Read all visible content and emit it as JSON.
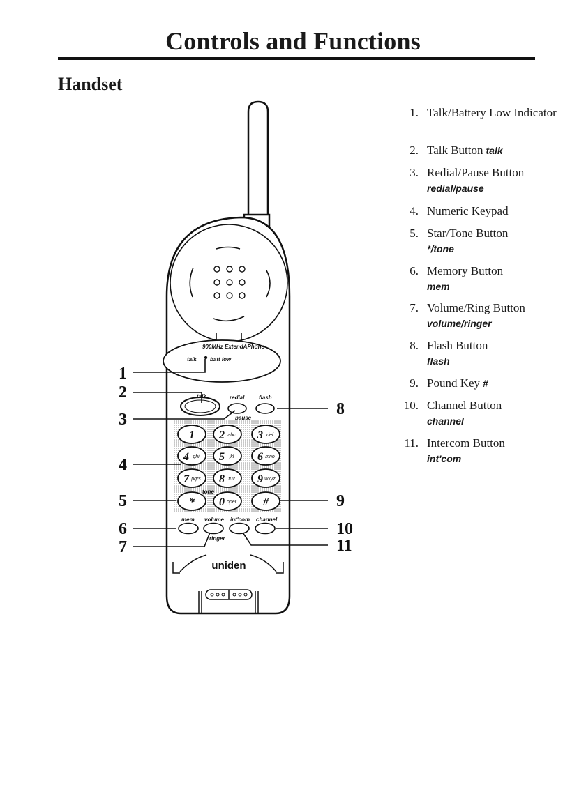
{
  "page": {
    "title": "Controls and Functions",
    "section": "Handset"
  },
  "handset": {
    "model_label": "900MHz ExtendAPhone",
    "brand": "uniden",
    "labels": {
      "talk_led": "talk",
      "batt_low": "batt low",
      "talk": "talk",
      "redial": "redial",
      "pause": "pause",
      "flash": "flash",
      "tone": "tone",
      "mem": "mem",
      "volume": "volume",
      "ringer": "ringer",
      "intcom": "int'com",
      "channel": "channel"
    },
    "keypad": [
      {
        "digit": "1",
        "letters": ""
      },
      {
        "digit": "2",
        "letters": "abc"
      },
      {
        "digit": "3",
        "letters": "def"
      },
      {
        "digit": "4",
        "letters": "ghi"
      },
      {
        "digit": "5",
        "letters": "jkl"
      },
      {
        "digit": "6",
        "letters": "mno"
      },
      {
        "digit": "7",
        "letters": "pqrs"
      },
      {
        "digit": "8",
        "letters": "tuv"
      },
      {
        "digit": "9",
        "letters": "wxyz"
      },
      {
        "digit": "*",
        "letters": ""
      },
      {
        "digit": "0",
        "letters": "oper"
      },
      {
        "digit": "#",
        "letters": ""
      }
    ]
  },
  "callouts": [
    "1",
    "2",
    "3",
    "4",
    "5",
    "6",
    "7",
    "8",
    "9",
    "10",
    "11"
  ],
  "legend": [
    {
      "num": "1.",
      "text": "Talk/Battery Low Indicator",
      "key": ""
    },
    {
      "num": "2.",
      "text": "Talk Button",
      "key": "talk"
    },
    {
      "num": "3.",
      "text": "Redial/Pause Button",
      "key": "redial/pause"
    },
    {
      "num": "4.",
      "text": "Numeric Keypad",
      "key": ""
    },
    {
      "num": "5.",
      "text": "Star/Tone Button",
      "key": "*/tone"
    },
    {
      "num": "6.",
      "text": "Memory Button",
      "key": "mem"
    },
    {
      "num": "7.",
      "text": "Volume/Ring Button",
      "key": "volume/ringer"
    },
    {
      "num": "8.",
      "text": "Flash Button",
      "key": "flash"
    },
    {
      "num": "9.",
      "text": "Pound Key",
      "key": "#"
    },
    {
      "num": "10.",
      "text": "Channel Button",
      "key": "channel"
    },
    {
      "num": "11.",
      "text": "Intercom Button",
      "key": "int'com"
    }
  ]
}
